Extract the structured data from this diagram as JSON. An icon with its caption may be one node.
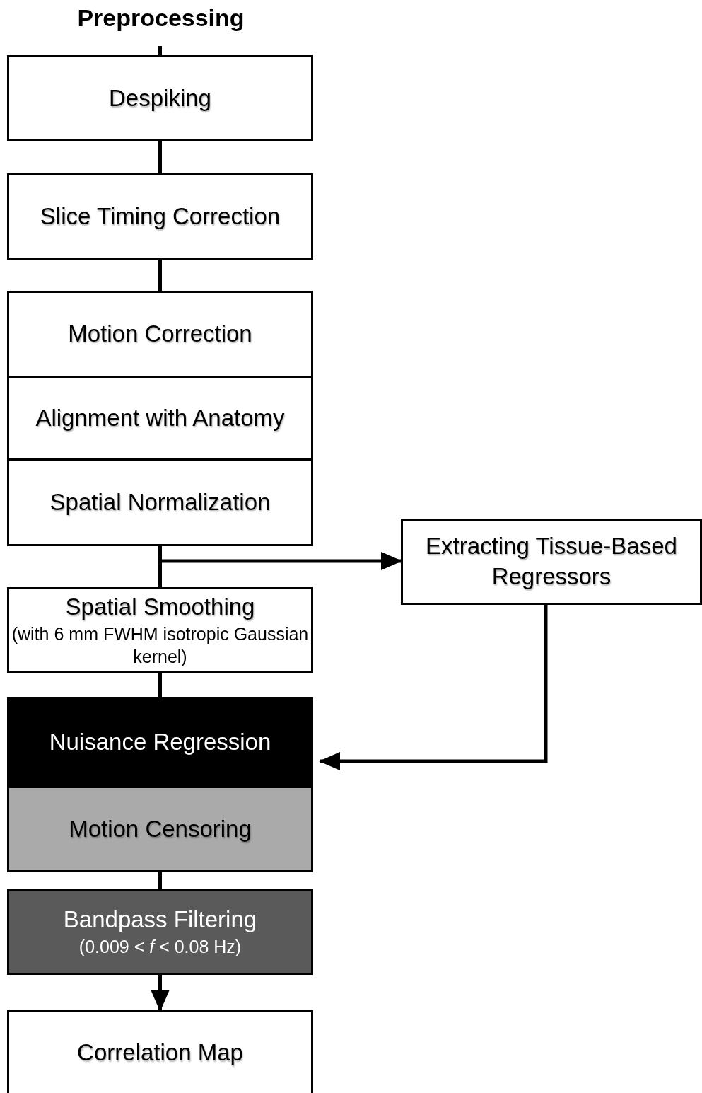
{
  "diagram": {
    "title": "Preprocessing",
    "nodes": [
      {
        "text": [
          "Despiking"
        ]
      },
      {
        "text": [
          "Slice Timing Correction"
        ]
      },
      {
        "text": [
          "Motion Correction"
        ]
      },
      {
        "text": [
          "Alignment with Anatomy"
        ]
      },
      {
        "text": [
          "Spatial Normalization"
        ]
      },
      {
        "text": [
          "Extracting Tissue-Based Regressors"
        ]
      },
      {
        "text": [
          "Spatial Smoothing",
          "(with 6 mm FWHM isotropic Gaussian kernel)"
        ]
      },
      {
        "text": [
          "Nuisance Regression"
        ]
      },
      {
        "text": [
          "Motion Censoring"
        ]
      },
      {
        "text": [
          "Bandpass Filtering",
          "(0.009 < *f* < 0.08 Hz)"
        ]
      },
      {
        "text": [
          "Correlation Map"
        ]
      }
    ],
    "edges": [
      {
        "from": null,
        "to": 0,
        "arrow": "none"
      },
      {
        "from": 0,
        "to": 1,
        "arrow": "none"
      },
      {
        "from": 1,
        "to": 2,
        "arrow": "none"
      },
      {
        "from": 4,
        "to": 6,
        "arrow": "none"
      },
      {
        "from": 4,
        "to": 5,
        "arrow": "to"
      },
      {
        "from": 5,
        "to": 7,
        "arrow": "to"
      },
      {
        "from": 6,
        "to": 7,
        "arrow": "none"
      },
      {
        "from": 8,
        "to": 9,
        "arrow": "none"
      },
      {
        "from": 9,
        "to": 10,
        "arrow": "to"
      }
    ]
  }
}
